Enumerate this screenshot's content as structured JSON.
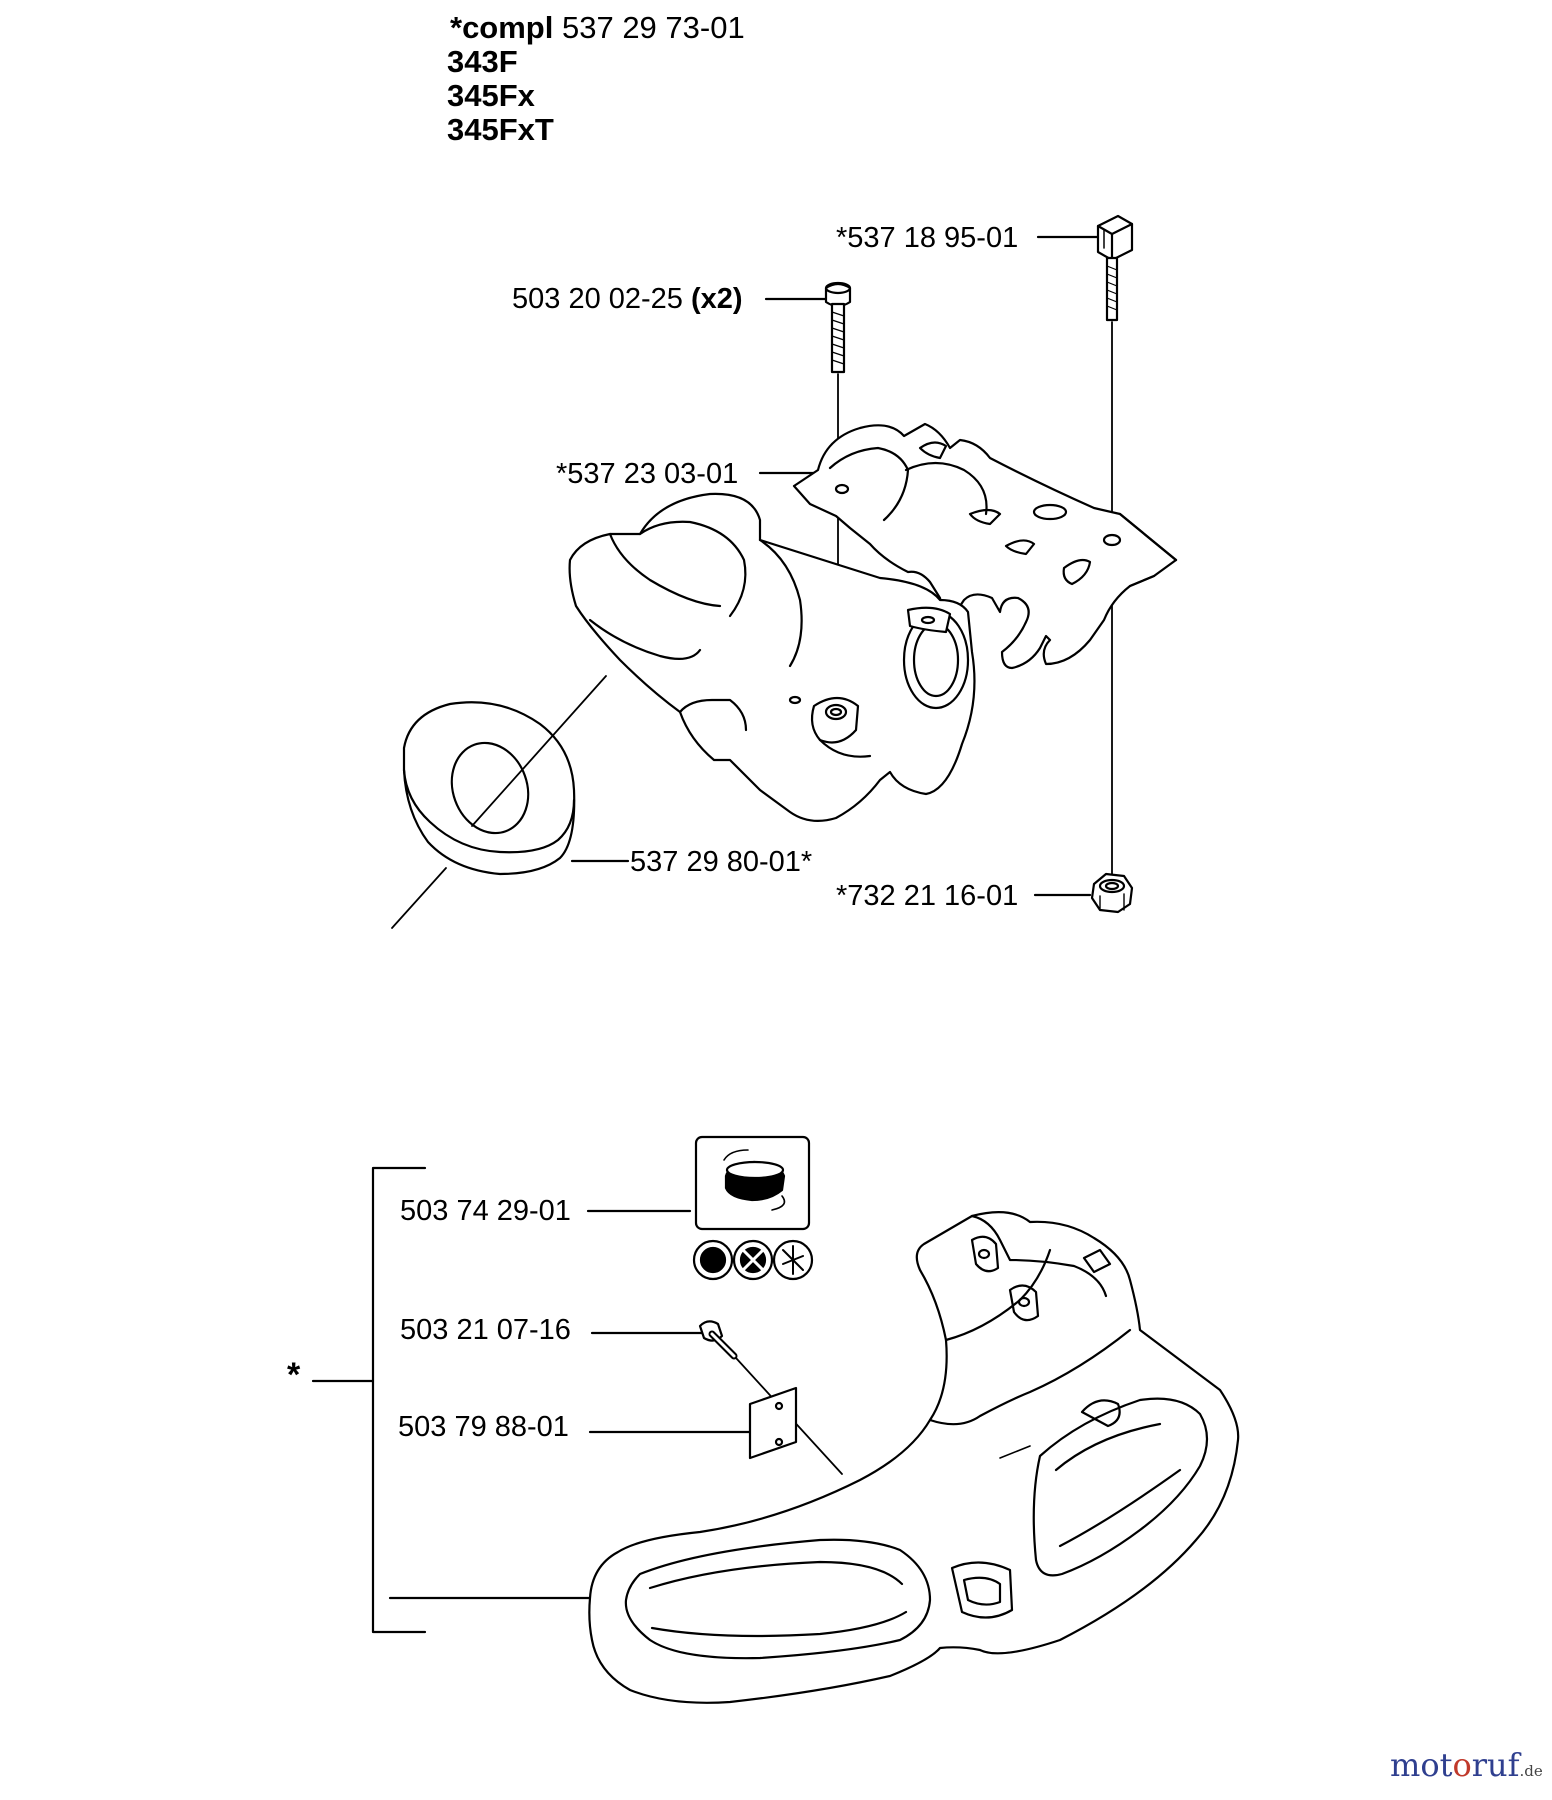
{
  "header": {
    "compl_prefix": "*compl",
    "compl_number": "537 29 73-01",
    "models": [
      "343F",
      "345Fx",
      "345FxT"
    ]
  },
  "parts": {
    "p1": "*537 18 95-01",
    "p2_number": "503 20 02-25",
    "p2_qty": "(x2)",
    "p3": "*537 23 03-01",
    "p4": "537 29 80-01*",
    "p5": "*732 21 16-01",
    "p6": "503 74 29-01",
    "p7": "503 21 07-16",
    "p8": "503 79 88-01",
    "group_mark": "*"
  },
  "watermark": {
    "text_a": "mot",
    "text_b": "o",
    "text_c": "ruf",
    "text_d": ".de"
  }
}
